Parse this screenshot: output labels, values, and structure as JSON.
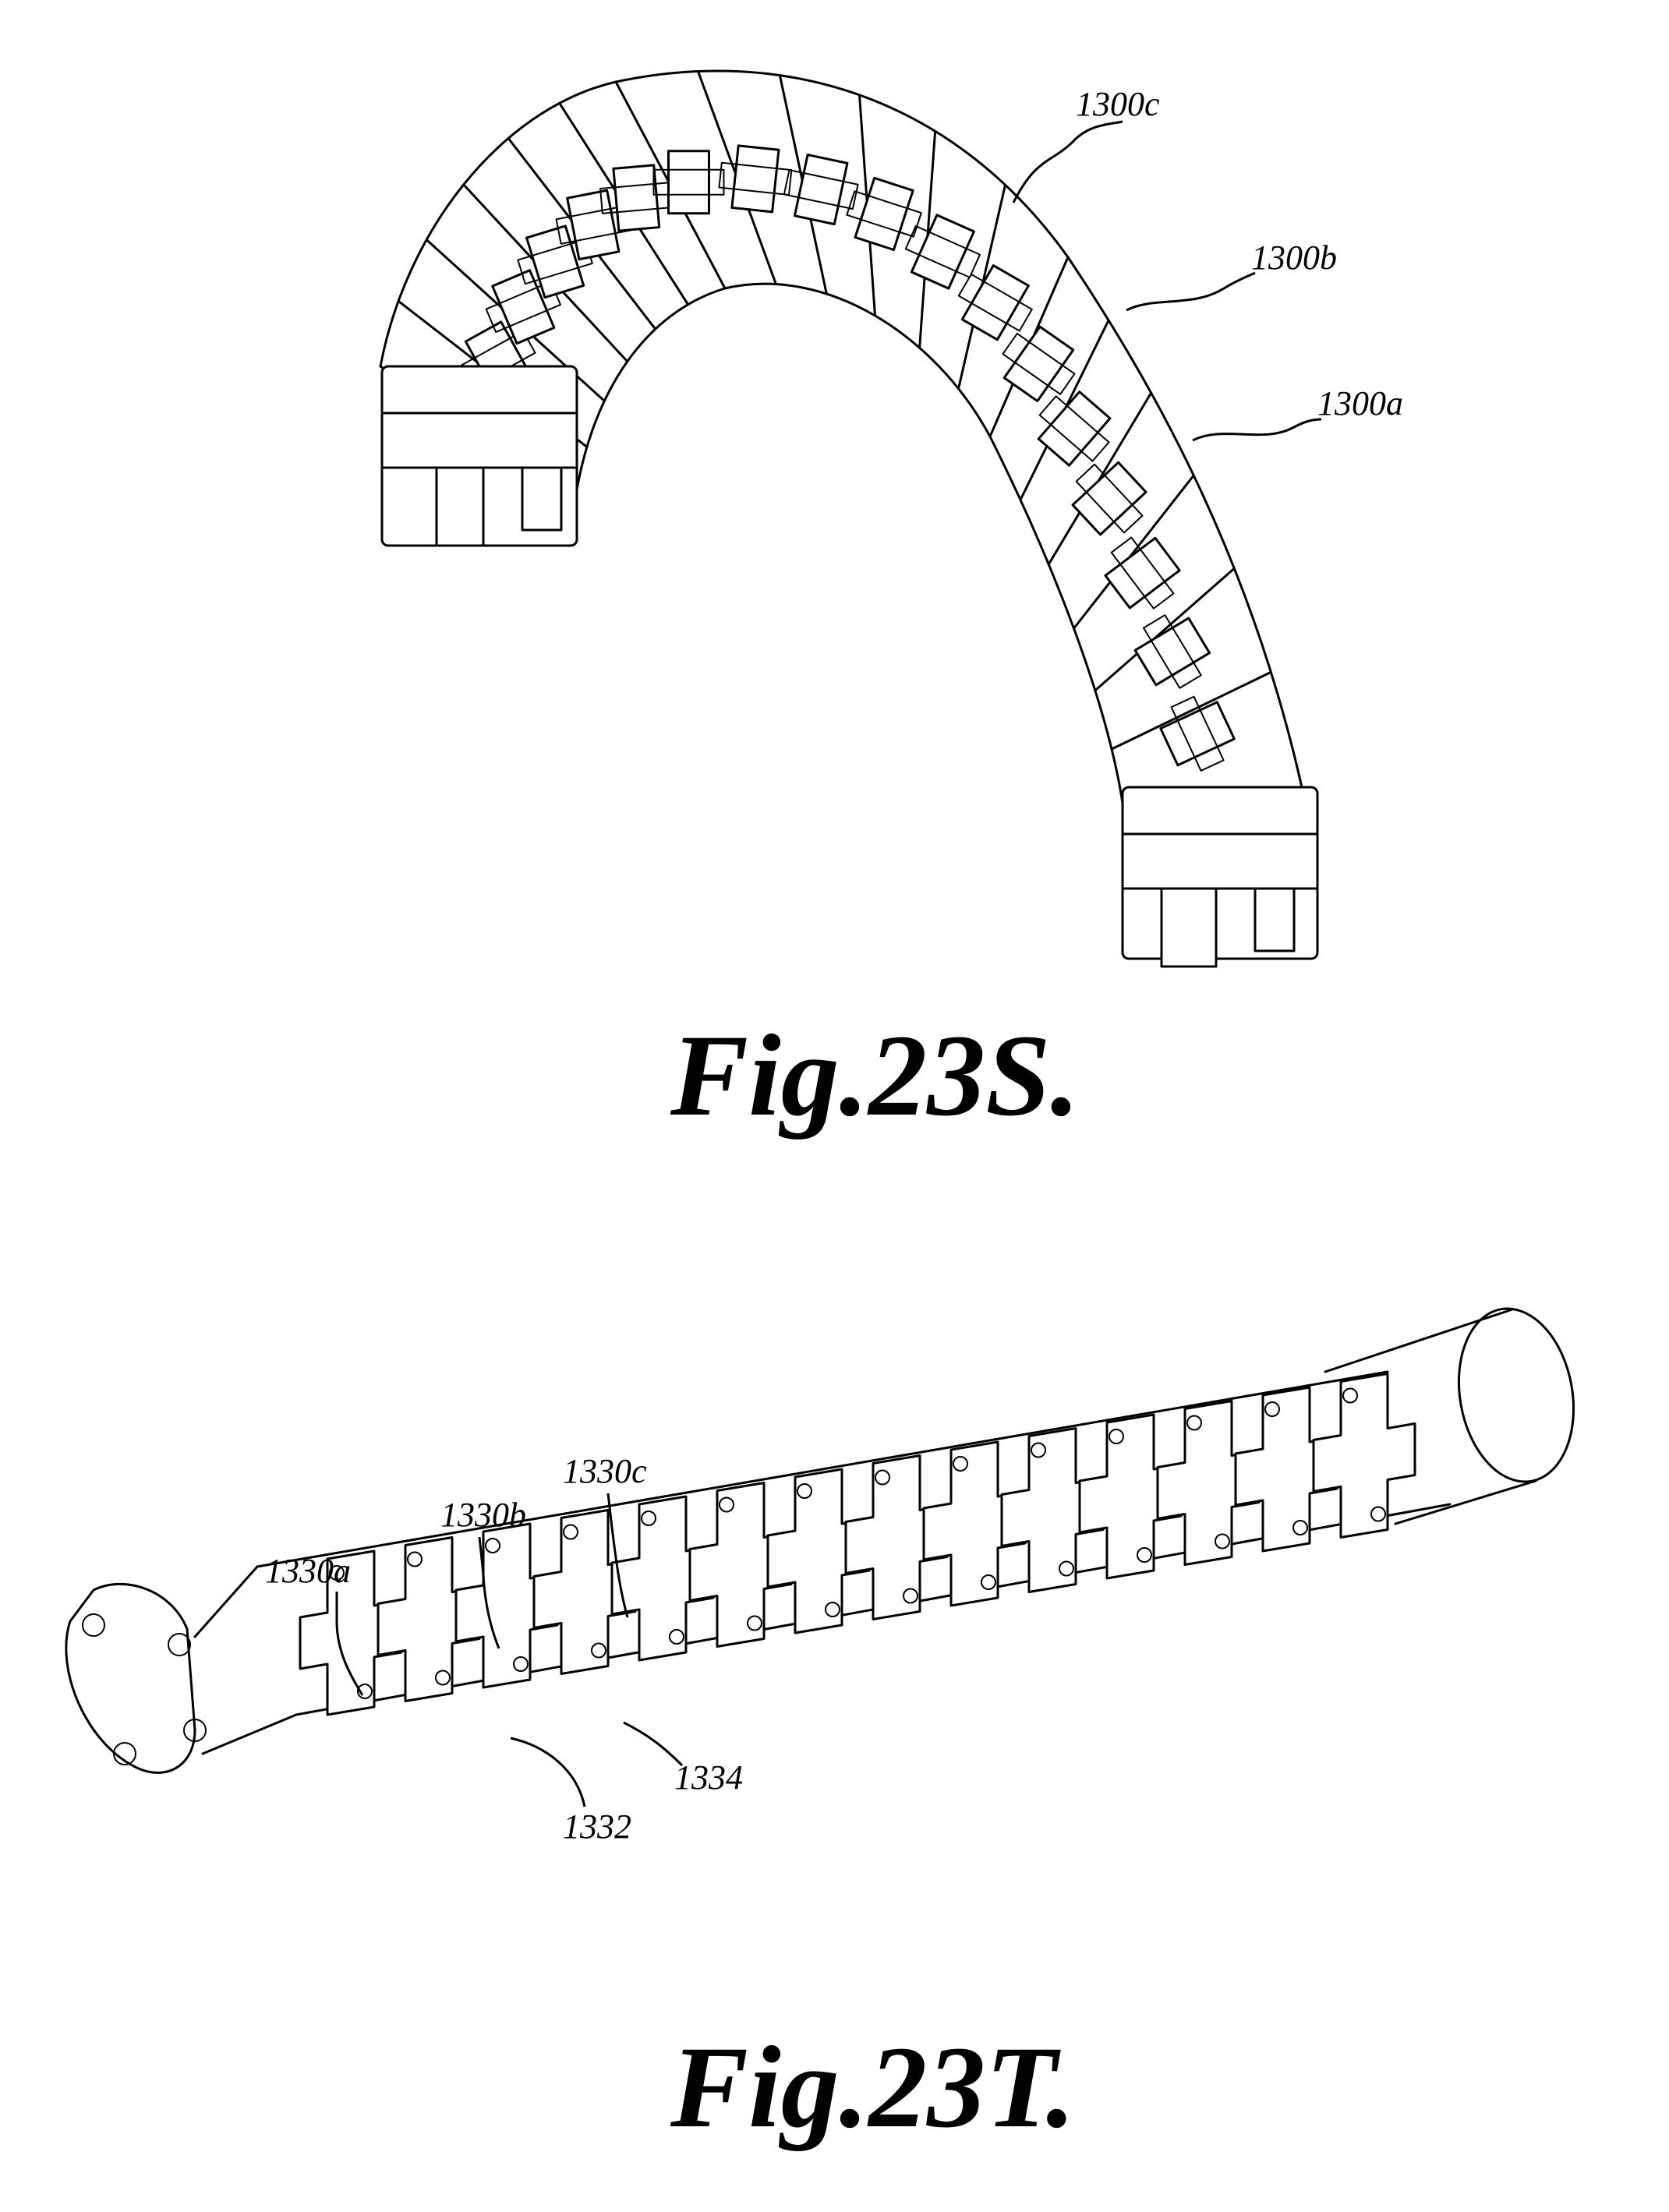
{
  "figures": [
    {
      "caption": "Fig.23S.",
      "labels": [
        "1300c",
        "1300b",
        "1300a"
      ]
    },
    {
      "caption": "Fig.23T.",
      "labels": [
        "1330a",
        "1330b",
        "1330c",
        "1332",
        "1334"
      ]
    }
  ]
}
